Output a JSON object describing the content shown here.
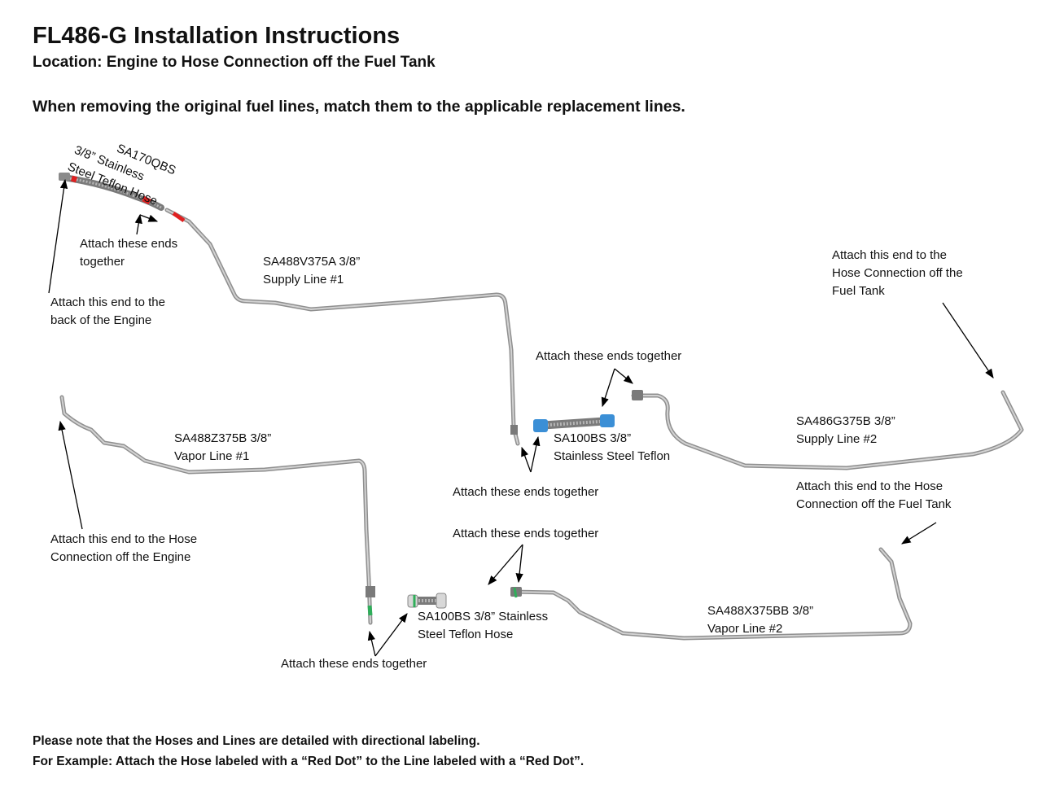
{
  "title": "FL486-G Installation Instructions",
  "subtitle": "Location: Engine to Hose Connection off the Fuel Tank",
  "instruction": "When removing the original fuel lines, match them to the applicable replacement lines.",
  "parts": {
    "sa170qbs": {
      "code": "SA170QBS",
      "line1": "3/8” Stainless",
      "line2": "Steel Teflon Hose"
    },
    "supply1": {
      "line1": "SA488V375A 3/8”",
      "line2": "Supply Line #1"
    },
    "vapor1": {
      "line1": "SA488Z375B 3/8”",
      "line2": "Vapor Line #1"
    },
    "sa100bs_a": {
      "line1": "SA100BS 3/8”",
      "line2": "Stainless Steel Teflon"
    },
    "supply2": {
      "line1": "SA486G375B 3/8”",
      "line2": "Supply Line #2"
    },
    "sa100bs_b": {
      "line1": "SA100BS 3/8” Stainless",
      "line2": "Steel Teflon Hose"
    },
    "vapor2": {
      "line1": "SA488X375BB 3/8”",
      "line2": "Vapor Line #2"
    }
  },
  "callouts": {
    "ends_together_top": {
      "line1": "Attach these ends",
      "line2": "together"
    },
    "engine_back": {
      "line1": "Attach this end to the",
      "line2": "back of the Engine"
    },
    "tank_top": {
      "line1": "Attach this end to the",
      "line2": "Hose Connection off the",
      "line3": "Fuel Tank"
    },
    "together_mid_top": "Attach these ends together",
    "together_mid_bottom": "Attach these ends together",
    "tank_bottom": {
      "line1": "Attach this end to the Hose",
      "line2": "Connection off the Fuel Tank"
    },
    "engine_hose": {
      "line1": "Attach this end to the Hose",
      "line2": "Connection off the Engine"
    },
    "together_lower": "Attach these ends together",
    "together_bottom": "Attach these ends together"
  },
  "notes": {
    "line1": "Please note that the Hoses and Lines are detailed with directional labeling.",
    "line2": "For Example: Attach the Hose labeled with a “Red Dot” to the Line labeled with a “Red Dot”."
  },
  "colors": {
    "tube": "#8f8f8f",
    "red_marker": "#e02020",
    "blue_fitting": "#3b8fd6",
    "green_marker": "#2fae5a"
  }
}
